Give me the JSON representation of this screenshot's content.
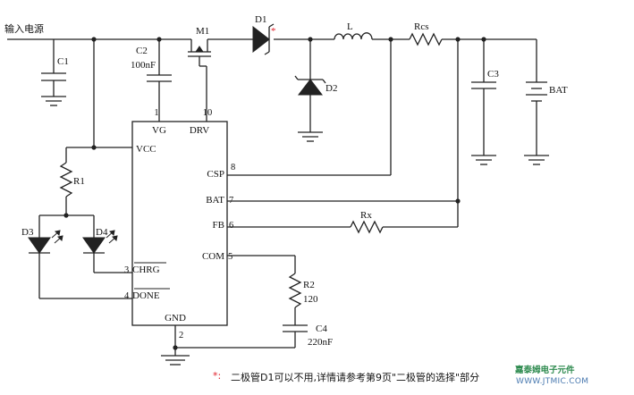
{
  "labels": {
    "input": "输入电源",
    "c1": "C1",
    "c2": "C2",
    "c2_value": "100nF",
    "m1": "M1",
    "d1": "D1",
    "d1_mark": "*",
    "l": "L",
    "rcs": "Rcs",
    "c3": "C3",
    "bat_symbol": "BAT",
    "d2": "D2",
    "r1": "R1",
    "d3": "D3",
    "d4": "D4",
    "rx": "Rx",
    "r2": "R2",
    "r2_value": "120",
    "c4": "C4",
    "c4_value": "220nF"
  },
  "ic": {
    "pins": [
      {
        "num": "1",
        "name": "VG"
      },
      {
        "num": "10",
        "name": "DRV"
      },
      {
        "num": "",
        "name": "VCC"
      },
      {
        "num": "8",
        "name": "CSP"
      },
      {
        "num": "7",
        "name": "BAT"
      },
      {
        "num": "6",
        "name": "FB"
      },
      {
        "num": "5",
        "name": "COM"
      },
      {
        "num": "3",
        "name": "CHRG"
      },
      {
        "num": "4",
        "name": "DONE"
      },
      {
        "num": "2",
        "name": "GND"
      }
    ]
  },
  "note": {
    "mark": "*:",
    "text": "二极管D1可以不用,详情请参考第9页\"二极管的选择\"部分"
  },
  "watermark": {
    "line1": "嘉泰姆电子元件",
    "line2": "WWW.JTMIC.COM"
  }
}
